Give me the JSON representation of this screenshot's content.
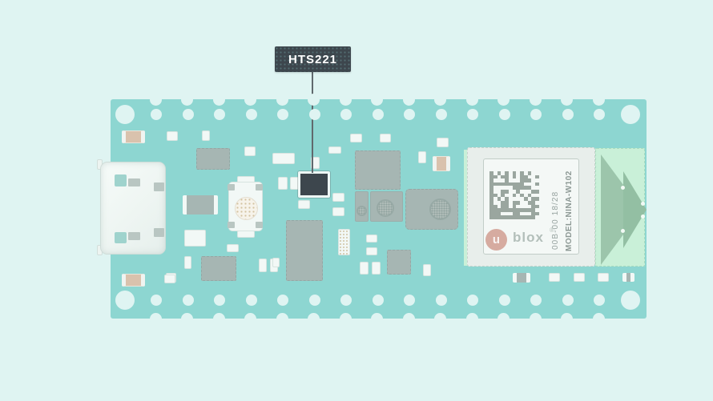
{
  "callout": {
    "label": "HTS221"
  },
  "module": {
    "serial_text": "00B-00 18/28",
    "model_text": "MODEL:NINA-W102",
    "logo_symbol": "u",
    "logo_text": "blox",
    "logo_registered": "®"
  },
  "colors": {
    "page_background": "#dff4f2",
    "board": "#8dd6d1",
    "callout_background": "#3d464d",
    "callout_text": "#ffffff",
    "highlighted_chip": "#3d464d",
    "antenna_zone": "#c9f0d8",
    "antenna_triangles": "#9cc5ab",
    "ublox_logo_disc": "#d6aba0",
    "module_label_background": "#f4f8f6",
    "module_text": "#97a3a0"
  }
}
